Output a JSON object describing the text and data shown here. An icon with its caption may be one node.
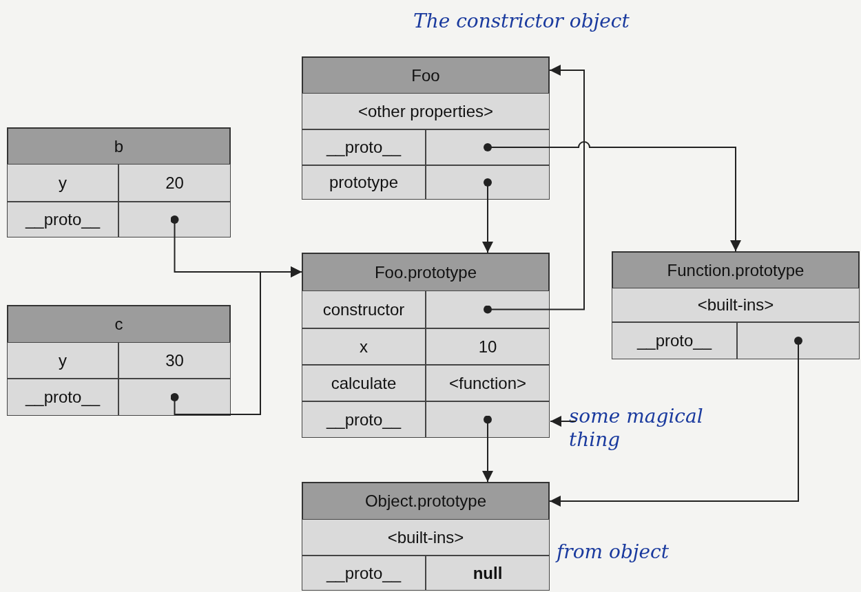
{
  "diagram": {
    "nodes": [
      {
        "text": [
          "Foo"
        ],
        "beside": [
          "The constrictor object"
        ]
      },
      {
        "text": [
          "<other properties>"
        ],
        "in": 0
      },
      {
        "text": [
          "__proto__"
        ],
        "in": 0
      },
      {
        "text": [],
        "shape": "box",
        "in": 0
      },
      {
        "text": [
          "prototype"
        ],
        "in": 0
      },
      {
        "text": [],
        "shape": "box",
        "in": 0
      },
      {
        "text": [
          "b"
        ]
      },
      {
        "text": [
          "y"
        ],
        "in": 6
      },
      {
        "text": [
          "20"
        ],
        "in": 6
      },
      {
        "text": [
          "__proto__"
        ],
        "in": 6
      },
      {
        "text": [],
        "shape": "box",
        "in": 6
      },
      {
        "text": [
          "Foo.prototype"
        ]
      },
      {
        "text": [
          "constructor"
        ],
        "in": 11
      },
      {
        "text": [],
        "shape": "box",
        "in": 11
      },
      {
        "text": [
          "x"
        ],
        "in": 11
      },
      {
        "text": [
          "10"
        ],
        "in": 11
      },
      {
        "text": [
          "calculate"
        ],
        "in": 11
      },
      {
        "text": [
          "<function>"
        ],
        "in": 11
      },
      {
        "text": [
          "__proto__"
        ],
        "in": 11
      },
      {
        "text": [],
        "shape": "box",
        "in": 11
      },
      {
        "text": [
          "Function.prototype"
        ]
      },
      {
        "text": [
          "<built-ins>"
        ],
        "in": 20
      },
      {
        "text": [
          "__proto__"
        ],
        "in": 20
      },
      {
        "text": [],
        "shape": "box",
        "in": 20
      },
      {
        "text": [
          "c"
        ]
      },
      {
        "text": [
          "y"
        ],
        "in": 24
      },
      {
        "text": [
          "30"
        ],
        "in": 24
      },
      {
        "text": [
          "__proto__"
        ],
        "in": 24
      },
      {
        "text": [],
        "shape": "box",
        "in": 24
      },
      {
        "text": [
          "some magical thing"
        ]
      },
      {
        "text": [
          "Object.prototype"
        ],
        "beside": [
          "from object"
        ]
      },
      {
        "text": [
          "<built-ins>"
        ],
        "in": 30
      },
      {
        "text": [
          "__proto__"
        ],
        "in": 30
      },
      {
        "text": [
          "null"
        ],
        "in": 30
      }
    ],
    "edges": [
      {
        "from": 5,
        "to": 11,
        "arrow": "to"
      },
      {
        "from": 3,
        "to": 20,
        "arrow": "to"
      },
      {
        "from": 10,
        "to": 11,
        "arrow": "to"
      },
      {
        "from": 28,
        "to": 11,
        "arrow": "to"
      },
      {
        "from": 13,
        "to": 0,
        "arrow": "to"
      },
      {
        "from": 19,
        "to": 30,
        "arrow": "to"
      },
      {
        "from": 23,
        "to": 30,
        "arrow": "to"
      },
      {
        "from": 29,
        "to": 19,
        "arrow": "to"
      }
    ]
  }
}
